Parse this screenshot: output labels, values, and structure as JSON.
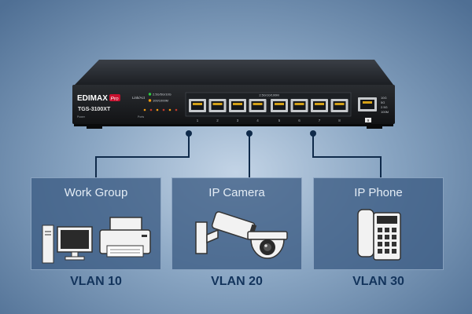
{
  "switch": {
    "brand": "EDIMAX",
    "brand_badge": "Pro",
    "model": "TGS-3100XT",
    "link_act_label": "Link/Act",
    "speed_legend": [
      "2.5G/5G/10G",
      "100/1000M"
    ],
    "port_group_label": "2.5G/10/100M",
    "power_label": "Power",
    "ports_label": "Ports",
    "port_numbers": [
      "1",
      "2",
      "3",
      "4",
      "5",
      "6",
      "7",
      "8"
    ],
    "uplink_port_number": "9",
    "uplink_speed_labels": [
      "10G",
      "5G",
      "2.5G",
      "100M"
    ]
  },
  "groups": [
    {
      "title": "Work Group",
      "vlan": "VLAN 10",
      "icons": [
        "desktop-computer-icon",
        "printer-icon"
      ]
    },
    {
      "title": "IP Camera",
      "vlan": "VLAN 20",
      "icons": [
        "bullet-camera-icon",
        "dome-camera-icon"
      ]
    },
    {
      "title": "IP Phone",
      "vlan": "VLAN 30",
      "icons": [
        "desk-phone-icon"
      ]
    }
  ],
  "colors": {
    "background": "#6f8fb3",
    "box_fill": "#3c5c84",
    "vlan_text": "#13345c",
    "connector_line": "#0f2a4a",
    "brand_red": "#c8102e",
    "led_green": "#2ecc40",
    "led_orange": "#f39c12"
  }
}
